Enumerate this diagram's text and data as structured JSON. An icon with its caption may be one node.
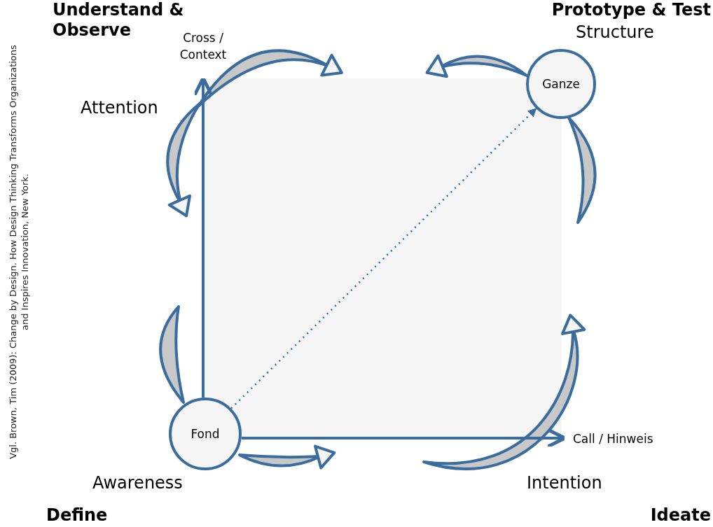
{
  "diagram": {
    "nodes": [
      {
        "text": [
          "Cross / Context"
        ]
      },
      {
        "text": [
          "Call / Hinweis"
        ]
      },
      {
        "text": [
          "Fond"
        ]
      },
      {
        "text": [
          "Ganze"
        ]
      }
    ],
    "edges": [
      {
        "from": 2,
        "to": 0,
        "arrow": "to"
      },
      {
        "from": 2,
        "to": 1,
        "arrow": "to"
      },
      {
        "from": 2,
        "to": 3,
        "arrow": "to",
        "style": "dashed"
      }
    ],
    "labels": [
      "Understand & Observe",
      "Prototype & Test",
      "Structure",
      "Attention",
      "Awareness",
      "Intention",
      "Define",
      "Ideate",
      "Vgl. Brown, Tim (2009): Change by Design. How Design Thinking Transforms Organizations and Inspires Innovation, New York."
    ]
  }
}
